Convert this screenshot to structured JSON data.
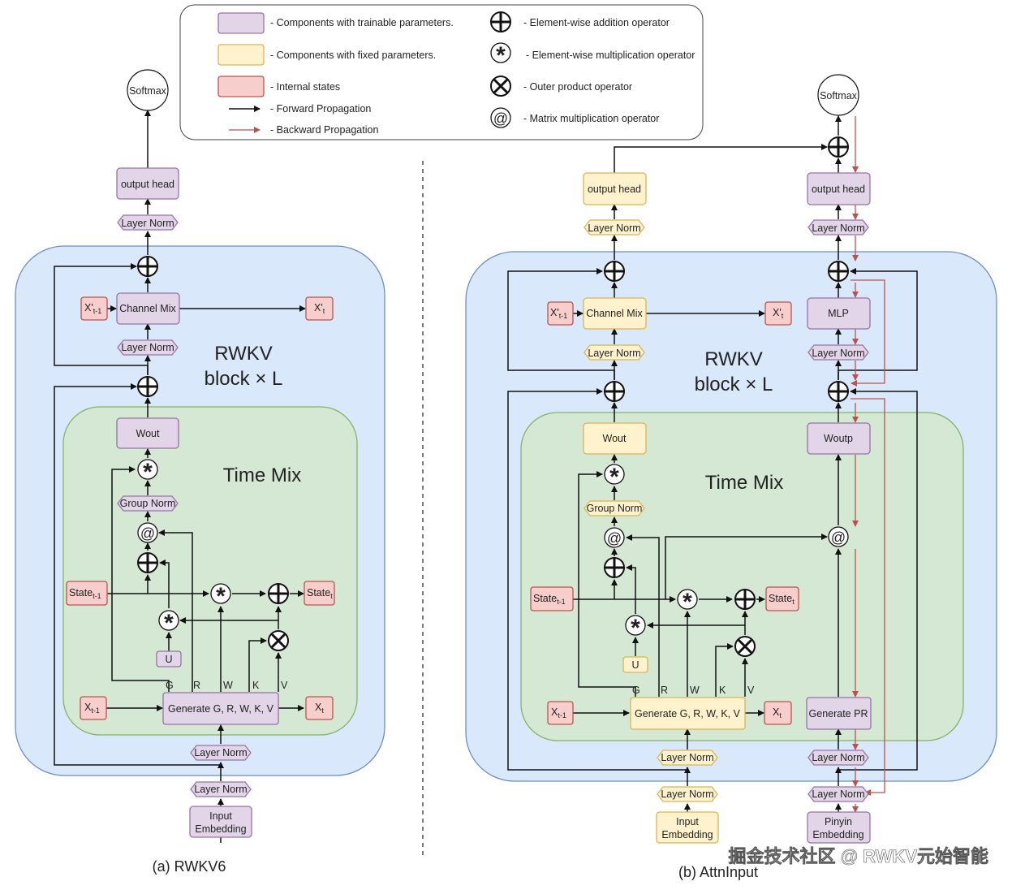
{
  "legend": {
    "trainable": "- Components with trainable parameters.",
    "fixed": "- Components with fixed parameters.",
    "internal": "- Internal states",
    "forward": "- Forward Propagation",
    "backward": "- Backward Propagation",
    "add": "- Element-wise addition operator",
    "mul": "- Element-wise multiplication operator",
    "outer": "- Outer product operator",
    "matmul": "- Matrix multiplication operator"
  },
  "common": {
    "softmax": "Softmax",
    "output_head": "output head",
    "layer_norm": "Layer Norm",
    "channel_mix": "Channel Mix",
    "x_prev": "X'",
    "x_prev_sub": "t-1",
    "x_cur": "X'",
    "x_cur_sub": "t",
    "block_line1": "RWKV",
    "block_line2": "block × L",
    "time_mix": "Time Mix",
    "wout": "Wout",
    "group_norm": "Group Norm",
    "state": "State",
    "state_prev_sub": "t-1",
    "state_cur_sub": "t",
    "u": "U",
    "g": "G",
    "r": "R",
    "w": "W",
    "k": "K",
    "v": "V",
    "generate": "Generate G, R, W, K, V",
    "xt": "X",
    "xt_sub": "t",
    "xprev": "X",
    "xprev_sub": "t-1",
    "input_line1": "Input",
    "input_line2": "Embedding"
  },
  "right_branch": {
    "mlp": "MLP",
    "woutp": "Woutp",
    "generate_pr": "Generate PR",
    "pinyin_line1": "Pinyin",
    "pinyin_line2": "Embedding"
  },
  "captions": {
    "left": "(a) RWKV6",
    "right": "(b) AttnInput"
  },
  "watermark": "掘金技术社区 @ RWKV元始智能"
}
